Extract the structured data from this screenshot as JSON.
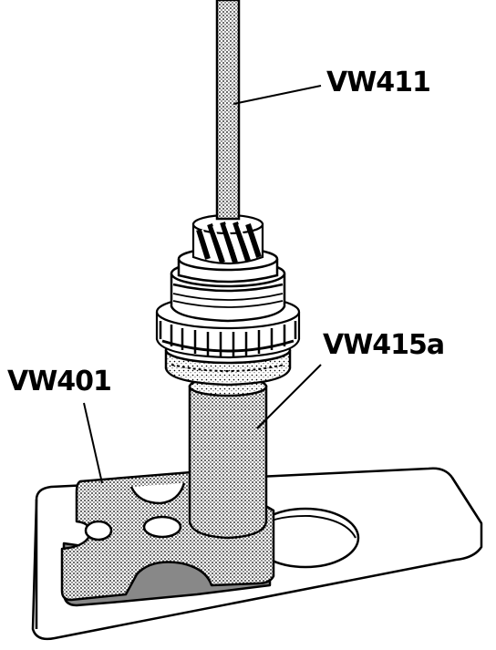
{
  "labels": {
    "shaft_tool": "VW411",
    "sleeve_tool": "VW415a",
    "base_plate_tool": "VW401"
  },
  "colors": {
    "ink": "#000000",
    "paper": "#ffffff",
    "stipple": "#c9c9c9"
  }
}
